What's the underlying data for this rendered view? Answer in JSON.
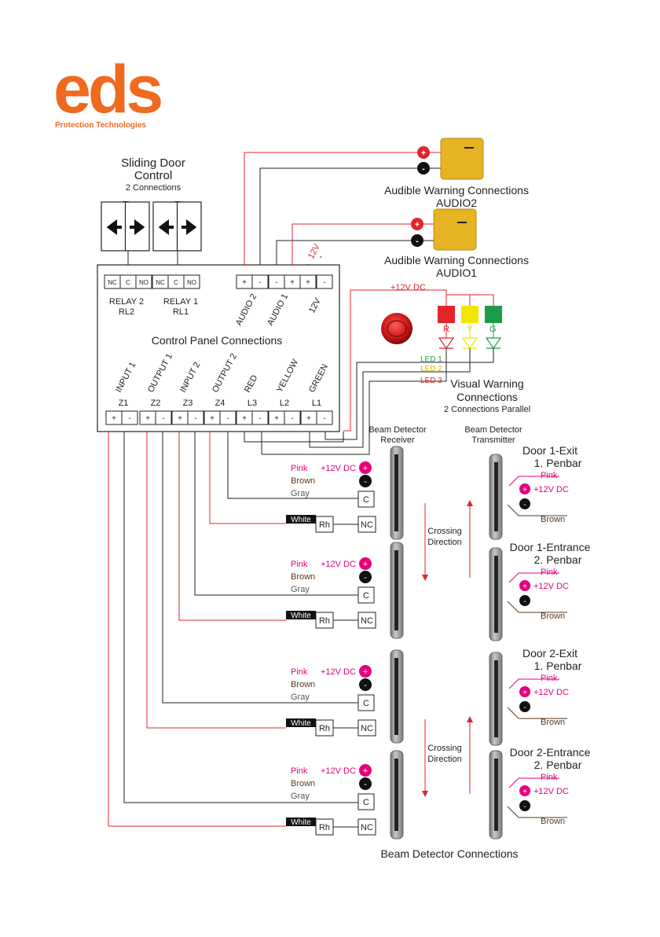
{
  "brand": {
    "logo_text": "eds",
    "tagline": "Protection Technologies",
    "color": "#EE6A1F"
  },
  "colors": {
    "red": "#E3242B",
    "pink": "#E5007E",
    "green": "#1E9B4A",
    "yellow": "#F2E500",
    "horn": "#E6B422",
    "sensor": "#8E8E8E",
    "brown": "#5A3A1E",
    "wire": "#222222"
  },
  "sliding_door": {
    "title": "Sliding Door",
    "title2": "Control",
    "subtitle": "2 Connections",
    "minus": "–"
  },
  "horns": {
    "audio2": {
      "title": "Audible Warning Connections",
      "sub": "AUDIO2",
      "plus": "+",
      "minus": "-"
    },
    "audio1": {
      "title": "Audible Warning Connections",
      "sub": "AUDIO1",
      "plus": "+",
      "minus": "-"
    }
  },
  "panel": {
    "title": "Control Panel Connections",
    "relay_terms": [
      "NC",
      "C",
      "NO",
      "NC",
      "C",
      "NO"
    ],
    "relay2_label": "RELAY 2",
    "relay2_sub": "RL2",
    "relay1_label": "RELAY 1",
    "relay1_sub": "RL1",
    "top_terms": [
      "+",
      "-",
      "-",
      "+",
      "+",
      "-"
    ],
    "top_labels": [
      "AUDIO 2",
      "AUDIO 1",
      "12V"
    ],
    "ext_12v": "12V",
    "ext_minus": "-",
    "bottom_labels": [
      "INPUT 1",
      "OUTPUT 1",
      "INPUT 2",
      "OUTPUT 2",
      "RED",
      "YELLOW",
      "GREEN"
    ],
    "zones": [
      "Z1",
      "Z2",
      "Z3",
      "Z4",
      "L3",
      "L2",
      "L1"
    ],
    "bottom_terms": [
      "+",
      "-",
      "+",
      "-",
      "+",
      "-",
      "+",
      "-",
      "+",
      "-",
      "+",
      "-",
      "+",
      "-"
    ]
  },
  "visual": {
    "supply": "+12V DC",
    "lamps": [
      "R",
      "Y",
      "G"
    ],
    "led_labels": [
      "LED 1",
      "LED 2",
      "LED 3"
    ],
    "title": "Visual Warning",
    "title2": "Connections",
    "subtitle": "2 Connections Parallel"
  },
  "receiver_header": {
    "line1": "Beam Detector",
    "line2": "Receiver"
  },
  "transmitter_header": {
    "line1": "Beam Detector",
    "line2": "Transmitter"
  },
  "receiver_blocks": [
    {
      "pink": "Pink",
      "brown": "Brown",
      "gray": "Gray",
      "supply": "+12V DC",
      "plus": "+",
      "minus": "-",
      "c": "C",
      "white": "White",
      "rh": "Rh",
      "nc": "NC"
    },
    {
      "pink": "Pink",
      "brown": "Brown",
      "gray": "Gray",
      "supply": "+12V DC",
      "plus": "+",
      "minus": "-",
      "c": "C",
      "white": "White",
      "rh": "Rh",
      "nc": "NC"
    },
    {
      "pink": "Pink",
      "brown": "Brown",
      "gray": "Gray",
      "supply": "+12V DC",
      "plus": "+",
      "minus": "-",
      "c": "C",
      "white": "White",
      "rh": "Rh",
      "nc": "NC"
    },
    {
      "pink": "Pink",
      "brown": "Brown",
      "gray": "Gray",
      "supply": "+12V DC",
      "plus": "+",
      "minus": "-",
      "c": "C",
      "white": "White",
      "rh": "Rh",
      "nc": "NC"
    }
  ],
  "crossing": {
    "line1": "Crossing",
    "line2": "Direction"
  },
  "doors": [
    {
      "title": "Door 1-Exit",
      "penbar": "1. Penbar",
      "pink": "Pink",
      "supply": "+12V DC",
      "brown": "Brown",
      "plus": "+",
      "minus": "-"
    },
    {
      "title": "Door 1-Entrance",
      "penbar": "2. Penbar",
      "pink": "Pink",
      "supply": "+12V DC",
      "brown": "Brown",
      "plus": "+",
      "minus": "-"
    },
    {
      "title": "Door 2-Exit",
      "penbar": "1. Penbar",
      "pink": "Pink",
      "supply": "+12V DC",
      "brown": "Brown",
      "plus": "+",
      "minus": "-"
    },
    {
      "title": "Door 2-Entrance",
      "penbar": "2. Penbar",
      "pink": "Pink",
      "supply": "+12V DC",
      "brown": "Brown",
      "plus": "+",
      "minus": "-"
    }
  ],
  "footer": "Beam Detector Connections"
}
